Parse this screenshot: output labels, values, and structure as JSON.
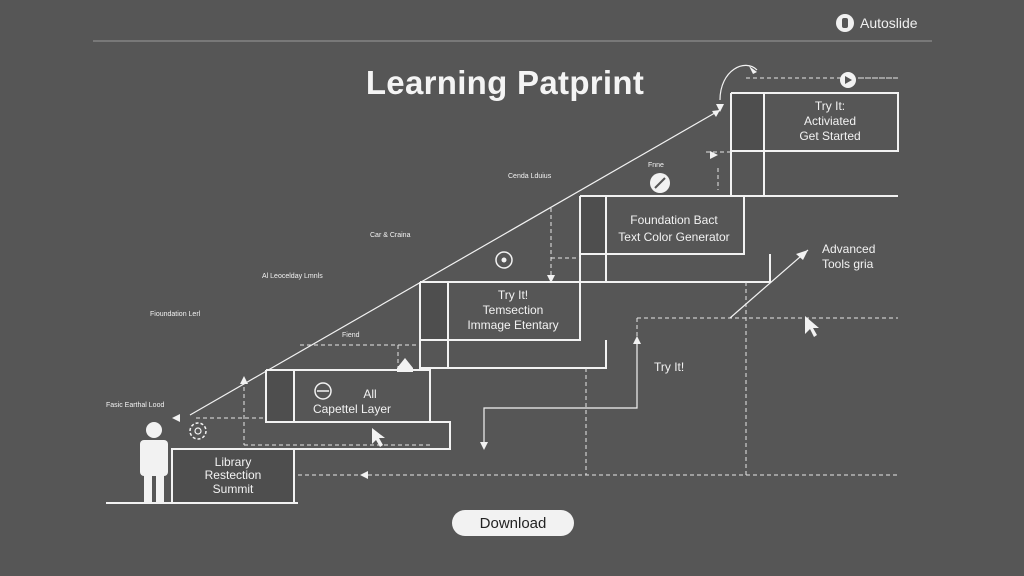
{
  "brand": {
    "name": "Autoslide",
    "logo_icon": "autoslide-logo-icon"
  },
  "title": "Learning Patprint",
  "download_label": "Download",
  "steps": [
    {
      "id": "step-1",
      "lines": [
        "Library",
        "Restection",
        "Summit"
      ]
    },
    {
      "id": "step-2",
      "lines": [
        "All",
        "Capettel Layer"
      ]
    },
    {
      "id": "step-3",
      "lines": [
        "Try It!",
        "Temsection",
        "Immage Etentary"
      ]
    },
    {
      "id": "step-4",
      "lines": [
        "Foundation Bact",
        "Text Color Generator"
      ]
    },
    {
      "id": "step-5",
      "lines": [
        "Try It:",
        "Activiated",
        "Get Started"
      ]
    }
  ],
  "annotations": {
    "advanced": [
      "Advanced",
      "Tools gria"
    ],
    "try_it": "Try It!",
    "side_labels": [
      "Fasic Earthal Lood",
      "Fioundation Lerl",
      "Al Leocelday Lmnls",
      "Car & Craina",
      "Cenda Lduius",
      "Fnne",
      "Fiend"
    ]
  },
  "icons": [
    "person-icon",
    "gear-icon",
    "mask-icon",
    "cursor-icon",
    "house-icon",
    "target-icon",
    "pen-icon",
    "play-badge-icon",
    "pointer-icon"
  ],
  "colors": {
    "background": "#565656",
    "line": "#f2f2f2",
    "box": "#4a4a4a"
  }
}
